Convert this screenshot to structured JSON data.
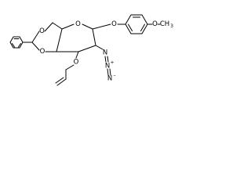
{
  "molecule": {
    "colors": {
      "bond": "#000000",
      "background": "#ffffff"
    },
    "atoms": {
      "ring_oxygen": "O",
      "acetal_oxygen_upper": "O",
      "acetal_oxygen_lower": "O",
      "glycosidic_oxygen": "O",
      "allyl_oxygen": "O",
      "methoxy_oxygen": "O",
      "methoxy_methyl": "CH",
      "methoxy_methyl_subscript": "3",
      "azide_n1": "N",
      "azide_n2": "N",
      "azide_n3": "N",
      "azide_plus": "+",
      "azide_minus": "–"
    }
  }
}
